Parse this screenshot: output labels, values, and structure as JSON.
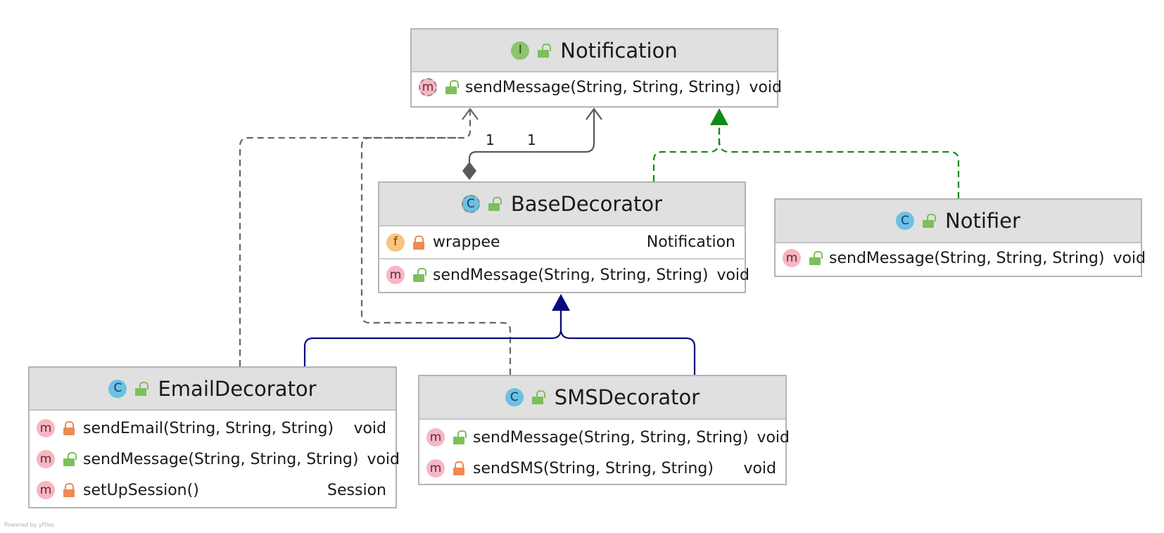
{
  "diagram": {
    "nodes": {
      "notification": {
        "kind": "I",
        "title": "Notification",
        "methods": [
          {
            "badge": "m",
            "visibility": "public",
            "name": "sendMessage(String, String, String)",
            "type": "void"
          }
        ]
      },
      "base_decorator": {
        "kind": "C",
        "title": "BaseDecorator",
        "fields": [
          {
            "badge": "f",
            "visibility": "private",
            "name": "wrappee",
            "type": "Notification"
          }
        ],
        "methods": [
          {
            "badge": "m",
            "visibility": "public",
            "name": "sendMessage(String, String, String)",
            "type": "void"
          }
        ]
      },
      "notifier": {
        "kind": "C",
        "title": "Notifier",
        "methods": [
          {
            "badge": "m",
            "visibility": "public",
            "name": "sendMessage(String, String, String)",
            "type": "void"
          }
        ]
      },
      "email_decorator": {
        "kind": "C",
        "title": "EmailDecorator",
        "methods": [
          {
            "badge": "m",
            "visibility": "private",
            "name": "sendEmail(String, String, String)",
            "type": "void"
          },
          {
            "badge": "m",
            "visibility": "public",
            "name": "sendMessage(String, String, String)",
            "type": "void"
          },
          {
            "badge": "m",
            "visibility": "private",
            "name": "setUpSession()",
            "type": "Session"
          }
        ]
      },
      "sms_decorator": {
        "kind": "C",
        "title": "SMSDecorator",
        "methods": [
          {
            "badge": "m",
            "visibility": "public",
            "name": "sendMessage(String, String, String)",
            "type": "void"
          },
          {
            "badge": "m",
            "visibility": "private",
            "name": "sendSMS(String, String, String)",
            "type": "void"
          }
        ]
      }
    },
    "multiplicity": {
      "source": "1",
      "target": "1"
    },
    "colors": {
      "dependency": "#666666",
      "composition": "#5a5a5a",
      "realization": "#138a13",
      "generalization": "#0a0a80"
    },
    "footer": "Powered by yFiles"
  }
}
